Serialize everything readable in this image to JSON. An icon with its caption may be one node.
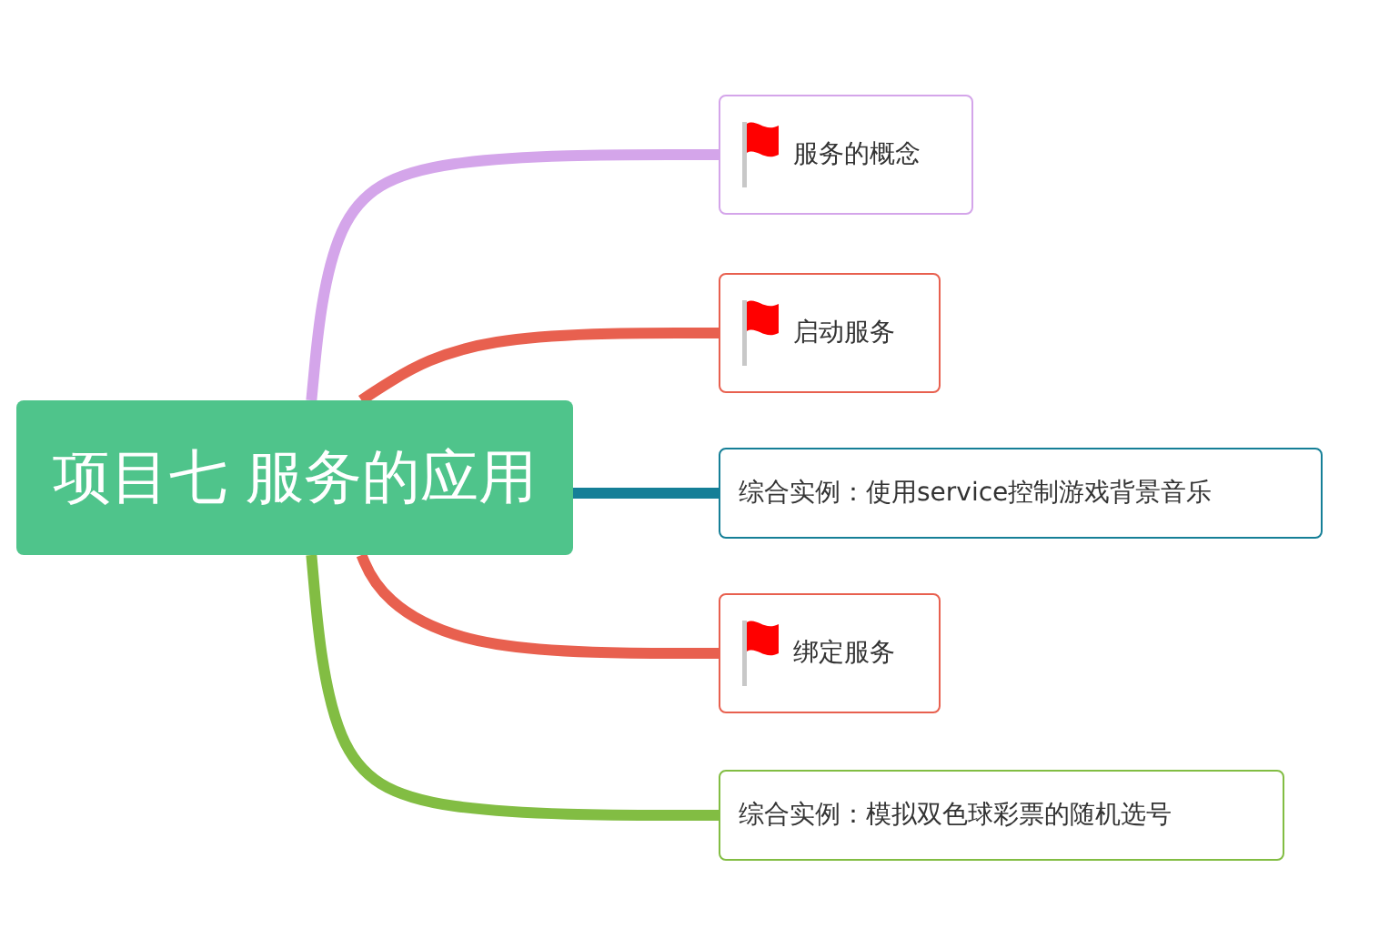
{
  "diagram": {
    "nodes": [
      {
        "text": [
          "项目七 服务的应用"
        ]
      },
      {
        "text": [
          "服务的概念"
        ]
      },
      {
        "text": [
          "启动服务"
        ]
      },
      {
        "text": [
          "综合实例：使用service控制游戏背景音乐"
        ]
      },
      {
        "text": [
          "绑定服务"
        ]
      },
      {
        "text": [
          "综合实例：模拟双色球彩票的随机选号"
        ]
      }
    ],
    "edges": [
      {
        "from": 0,
        "to": 1,
        "arrow": "none",
        "color": "#d4a5ea"
      },
      {
        "from": 0,
        "to": 2,
        "arrow": "none",
        "color": "#e8604f"
      },
      {
        "from": 0,
        "to": 3,
        "arrow": "none",
        "color": "#157f97"
      },
      {
        "from": 0,
        "to": 4,
        "arrow": "none",
        "color": "#e8604f"
      },
      {
        "from": 0,
        "to": 5,
        "arrow": "none",
        "color": "#82bd43"
      }
    ]
  }
}
